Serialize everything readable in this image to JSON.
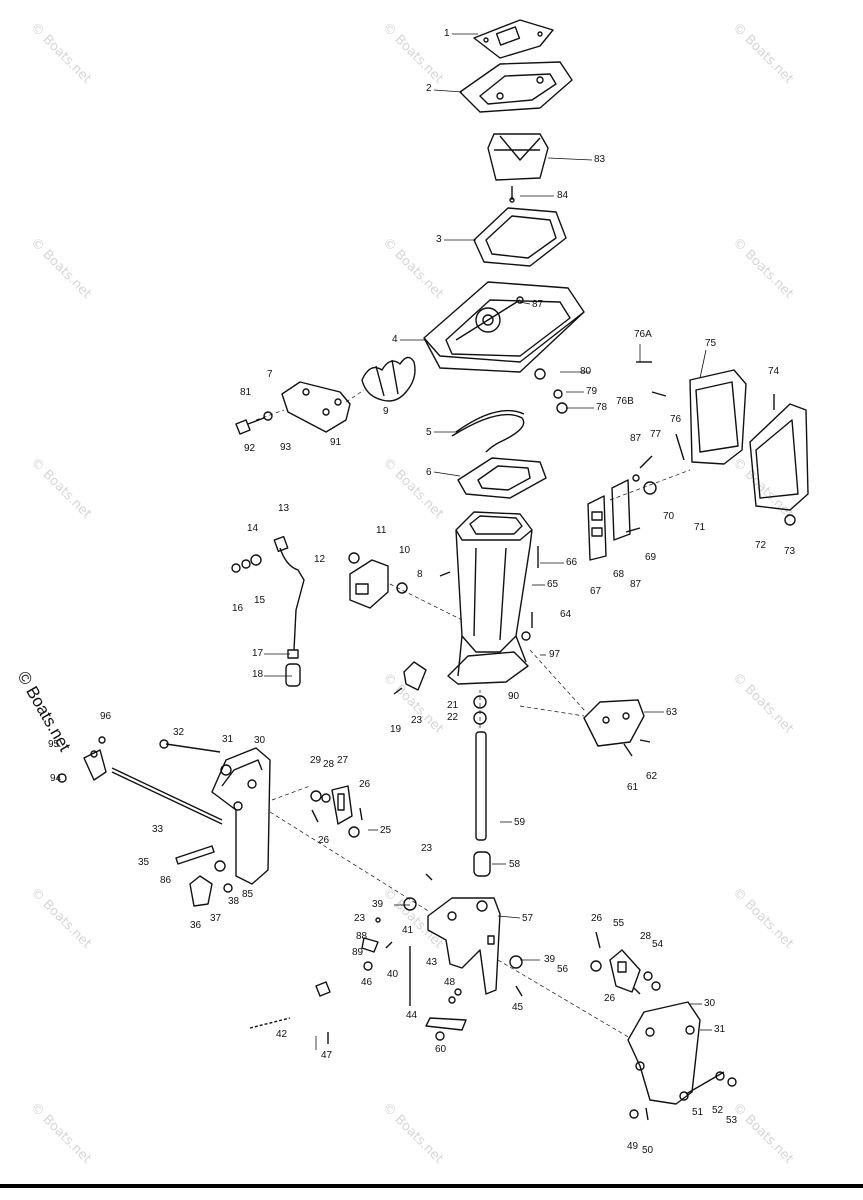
{
  "watermark": "© Boats.net",
  "callouts": [
    {
      "id": "c1",
      "text": "1"
    },
    {
      "id": "c2",
      "text": "2"
    },
    {
      "id": "c83",
      "text": "83"
    },
    {
      "id": "c84",
      "text": "84"
    },
    {
      "id": "c3",
      "text": "3"
    },
    {
      "id": "c87a",
      "text": "87"
    },
    {
      "id": "c4",
      "text": "4"
    },
    {
      "id": "c76a",
      "text": "76A"
    },
    {
      "id": "c75",
      "text": "75"
    },
    {
      "id": "c74",
      "text": "74"
    },
    {
      "id": "c80",
      "text": "80"
    },
    {
      "id": "c79",
      "text": "79"
    },
    {
      "id": "c78",
      "text": "78"
    },
    {
      "id": "c76b",
      "text": "76B"
    },
    {
      "id": "c7",
      "text": "7"
    },
    {
      "id": "c81",
      "text": "81"
    },
    {
      "id": "c9",
      "text": "9"
    },
    {
      "id": "c92",
      "text": "92"
    },
    {
      "id": "c93",
      "text": "93"
    },
    {
      "id": "c91",
      "text": "91"
    },
    {
      "id": "c5",
      "text": "5"
    },
    {
      "id": "c6",
      "text": "6"
    },
    {
      "id": "c76",
      "text": "76"
    },
    {
      "id": "c87b",
      "text": "87"
    },
    {
      "id": "c77",
      "text": "77"
    },
    {
      "id": "c70",
      "text": "70"
    },
    {
      "id": "c71",
      "text": "71"
    },
    {
      "id": "c72",
      "text": "72"
    },
    {
      "id": "c73",
      "text": "73"
    },
    {
      "id": "c13",
      "text": "13"
    },
    {
      "id": "c14",
      "text": "14"
    },
    {
      "id": "c11",
      "text": "11"
    },
    {
      "id": "c12",
      "text": "12"
    },
    {
      "id": "c10",
      "text": "10"
    },
    {
      "id": "c8",
      "text": "8"
    },
    {
      "id": "c66",
      "text": "66"
    },
    {
      "id": "c65",
      "text": "65"
    },
    {
      "id": "c67",
      "text": "67"
    },
    {
      "id": "c68",
      "text": "68"
    },
    {
      "id": "c87c",
      "text": "87"
    },
    {
      "id": "c69",
      "text": "69"
    },
    {
      "id": "c16",
      "text": "16"
    },
    {
      "id": "c15",
      "text": "15"
    },
    {
      "id": "c64",
      "text": "64"
    },
    {
      "id": "c97",
      "text": "97"
    },
    {
      "id": "c17",
      "text": "17"
    },
    {
      "id": "c18",
      "text": "18"
    },
    {
      "id": "c90",
      "text": "90"
    },
    {
      "id": "c19",
      "text": "19"
    },
    {
      "id": "c23a",
      "text": "23"
    },
    {
      "id": "c21",
      "text": "21"
    },
    {
      "id": "c22",
      "text": "22"
    },
    {
      "id": "c63",
      "text": "63"
    },
    {
      "id": "c96",
      "text": "96"
    },
    {
      "id": "c95",
      "text": "95"
    },
    {
      "id": "c94",
      "text": "94"
    },
    {
      "id": "c32",
      "text": "32"
    },
    {
      "id": "c31a",
      "text": "31"
    },
    {
      "id": "c30a",
      "text": "30"
    },
    {
      "id": "c29",
      "text": "29"
    },
    {
      "id": "c28a",
      "text": "28"
    },
    {
      "id": "c27",
      "text": "27"
    },
    {
      "id": "c62",
      "text": "62"
    },
    {
      "id": "c61",
      "text": "61"
    },
    {
      "id": "c26a",
      "text": "26"
    },
    {
      "id": "c33",
      "text": "33"
    },
    {
      "id": "c26b",
      "text": "26"
    },
    {
      "id": "c25",
      "text": "25"
    },
    {
      "id": "c59",
      "text": "59"
    },
    {
      "id": "c35",
      "text": "35"
    },
    {
      "id": "c86",
      "text": "86"
    },
    {
      "id": "c23b",
      "text": "23"
    },
    {
      "id": "c58",
      "text": "58"
    },
    {
      "id": "c85",
      "text": "85"
    },
    {
      "id": "c38",
      "text": "38"
    },
    {
      "id": "c37",
      "text": "37"
    },
    {
      "id": "c36",
      "text": "36"
    },
    {
      "id": "c39a",
      "text": "39"
    },
    {
      "id": "c57",
      "text": "57"
    },
    {
      "id": "c23c",
      "text": "23"
    },
    {
      "id": "c26c",
      "text": "26"
    },
    {
      "id": "c55",
      "text": "55"
    },
    {
      "id": "c28b",
      "text": "28"
    },
    {
      "id": "c54",
      "text": "54"
    },
    {
      "id": "c88",
      "text": "88"
    },
    {
      "id": "c41",
      "text": "41"
    },
    {
      "id": "c89",
      "text": "89"
    },
    {
      "id": "c40",
      "text": "40"
    },
    {
      "id": "c43",
      "text": "43"
    },
    {
      "id": "c39b",
      "text": "39"
    },
    {
      "id": "c56",
      "text": "56"
    },
    {
      "id": "c46",
      "text": "46"
    },
    {
      "id": "c48",
      "text": "48"
    },
    {
      "id": "c26d",
      "text": "26"
    },
    {
      "id": "c45",
      "text": "45"
    },
    {
      "id": "c30b",
      "text": "30"
    },
    {
      "id": "c44",
      "text": "44"
    },
    {
      "id": "c42",
      "text": "42"
    },
    {
      "id": "c60",
      "text": "60"
    },
    {
      "id": "c31b",
      "text": "31"
    },
    {
      "id": "c47",
      "text": "47"
    },
    {
      "id": "c51",
      "text": "51"
    },
    {
      "id": "c52",
      "text": "52"
    },
    {
      "id": "c53",
      "text": "53"
    },
    {
      "id": "c49",
      "text": "49"
    },
    {
      "id": "c50",
      "text": "50"
    }
  ]
}
